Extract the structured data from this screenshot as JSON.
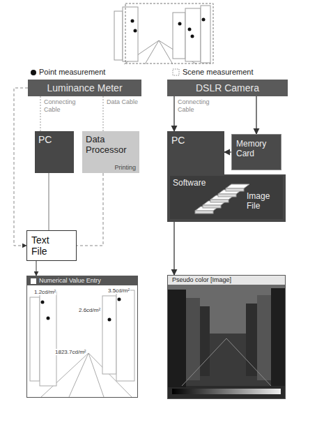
{
  "diagram": {
    "nodes": [
      {
        "text": [
          "Luminance Meter"
        ]
      },
      {
        "text": [
          "PC"
        ]
      },
      {
        "text": [
          "Data Processor",
          "Printing"
        ]
      },
      {
        "text": [
          "Text File"
        ]
      },
      {
        "text": [
          "Numerical Value Entry"
        ]
      },
      {
        "text": [
          "DSLR Camera"
        ]
      },
      {
        "text": [
          "PC"
        ]
      },
      {
        "text": [
          "Memory Card"
        ]
      },
      {
        "text": [
          "Software",
          "Image File"
        ],
        "in": 6
      },
      {
        "text": [
          "Pseudo color [Image]"
        ]
      }
    ],
    "edges": [
      {
        "from": 0,
        "to": 1,
        "label": "Connecting Cable",
        "arrow": "none"
      },
      {
        "from": 0,
        "to": 2,
        "label": "Data Cable",
        "arrow": "none"
      },
      {
        "from": 0,
        "to": 3,
        "arrow": "to"
      },
      {
        "from": 1,
        "to": 3,
        "arrow": "none"
      },
      {
        "from": 2,
        "to": 3,
        "arrow": "none"
      },
      {
        "from": 3,
        "to": 4,
        "arrow": "to"
      },
      {
        "from": 5,
        "to": 6,
        "label": "Connecting Cable",
        "arrow": "to"
      },
      {
        "from": 5,
        "to": 7,
        "arrow": "to"
      },
      {
        "from": 7,
        "to": 6,
        "arrow": "to"
      },
      {
        "from": 6,
        "to": 9,
        "arrow": "to"
      }
    ],
    "labels": [
      "Point measurement",
      "Scene measurement",
      "1.2cd/m²",
      "2.6cd/m²",
      "3.5cd/m²",
      "1823.7cd/m²"
    ]
  }
}
